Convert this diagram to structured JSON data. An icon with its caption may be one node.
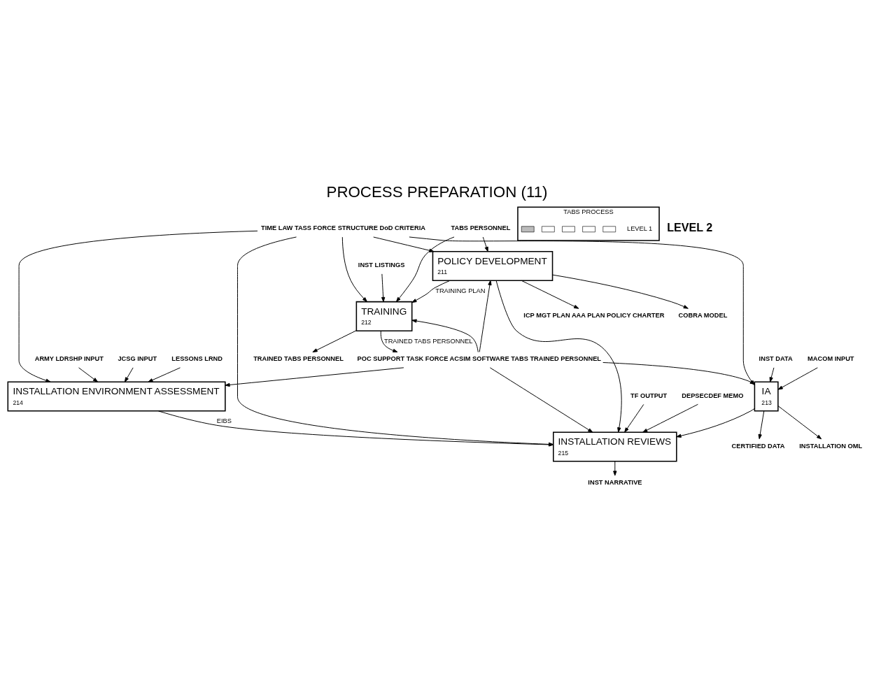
{
  "diagram": {
    "title": "PROCESS PREPARATION (11)",
    "nodes": [
      {
        "text": [
          "POLICY DEVELOPMENT",
          "211"
        ]
      },
      {
        "text": [
          "TRAINING",
          "212"
        ]
      },
      {
        "text": [
          "IA",
          "213"
        ]
      },
      {
        "text": [
          "INSTALLATION ENVIRONMENT ASSESSMENT",
          "214"
        ]
      },
      {
        "text": [
          "INSTALLATION REVIEWS",
          "215"
        ]
      },
      {
        "text": [
          "TIME LAW TASS FORCE STRUCTURE DoD CRITERIA"
        ]
      },
      {
        "text": [
          "TABS PERSONNEL"
        ]
      },
      {
        "text": [
          "INST LISTINGS"
        ]
      },
      {
        "text": [
          "INST DATA"
        ]
      },
      {
        "text": [
          "LESSONS LRND"
        ]
      },
      {
        "text": [
          "TF OUTPUT"
        ]
      },
      {
        "text": [
          "MACOM INPUT"
        ]
      },
      {
        "text": [
          "ARMY LDRSHP INPUT"
        ]
      },
      {
        "text": [
          "DEPSECDEF MEMO"
        ]
      },
      {
        "text": [
          "JCSG INPUT"
        ]
      },
      {
        "text": [
          "ICP MGT PLAN AAA PLAN POLICY CHARTER"
        ]
      },
      {
        "text": [
          "TRAINED TABS PERSONNEL"
        ]
      },
      {
        "text": [
          "COBRA MODEL"
        ]
      },
      {
        "text": [
          "CERTIFIED DATA"
        ]
      },
      {
        "text": [
          "INSTALLATION OML"
        ]
      },
      {
        "text": [
          "INST NARRATIVE"
        ]
      },
      {
        "text": [
          "POC SUPPORT TASK FORCE ACSIM SOFTWARE TABS TRAINED PERSONNEL"
        ]
      },
      {
        "text": [
          "TABS PROCESS",
          "LEVEL 1"
        ]
      },
      {
        "text": [],
        "shape": "box",
        "in": 22
      },
      {
        "text": [],
        "shape": "box",
        "in": 22
      },
      {
        "text": [],
        "shape": "box",
        "in": 22
      },
      {
        "text": [],
        "shape": "box",
        "in": 22
      },
      {
        "text": [],
        "shape": "box",
        "in": 22
      }
    ],
    "edges": [
      {
        "from": 5,
        "to": 0,
        "arrow": "to"
      },
      {
        "from": 5,
        "to": 1,
        "arrow": "to"
      },
      {
        "from": 5,
        "to": 2,
        "arrow": "to"
      },
      {
        "from": 5,
        "to": 3,
        "arrow": "to"
      },
      {
        "from": 5,
        "to": 4,
        "arrow": "to"
      },
      {
        "from": 6,
        "to": 0,
        "arrow": "to"
      },
      {
        "from": 6,
        "to": 1,
        "arrow": "to"
      },
      {
        "from": 7,
        "to": 1,
        "arrow": "to"
      },
      {
        "from": 8,
        "to": 2,
        "arrow": "to"
      },
      {
        "from": 9,
        "to": 3,
        "arrow": "to"
      },
      {
        "from": 10,
        "to": 4,
        "arrow": "to"
      },
      {
        "from": 11,
        "to": 2,
        "arrow": "to"
      },
      {
        "from": 12,
        "to": 3,
        "arrow": "to"
      },
      {
        "from": 13,
        "to": 4,
        "arrow": "to"
      },
      {
        "from": 14,
        "to": 3,
        "arrow": "to"
      },
      {
        "from": 0,
        "to": 15,
        "arrow": "to"
      },
      {
        "from": 0,
        "to": 1,
        "arrow": "to",
        "label": "TRAINING PLAN"
      },
      {
        "from": 0,
        "to": 4,
        "arrow": "to"
      },
      {
        "from": 0,
        "to": 17,
        "arrow": "to"
      },
      {
        "from": 1,
        "to": 16,
        "arrow": "to"
      },
      {
        "from": 1,
        "to": 21,
        "arrow": "to",
        "label": "TRAINED TABS PERSONNEL"
      },
      {
        "from": 2,
        "to": 4,
        "arrow": "to"
      },
      {
        "from": 2,
        "to": 18,
        "arrow": "to"
      },
      {
        "from": 2,
        "to": 19,
        "arrow": "to"
      },
      {
        "from": 3,
        "to": 4,
        "arrow": "to",
        "label": "EIBS"
      },
      {
        "from": 4,
        "to": 20,
        "arrow": "to"
      },
      {
        "from": 21,
        "to": 0,
        "arrow": "to"
      },
      {
        "from": 21,
        "to": 1,
        "arrow": "to"
      },
      {
        "from": 21,
        "to": 2,
        "arrow": "to"
      },
      {
        "from": 21,
        "to": 3,
        "arrow": "to"
      },
      {
        "from": 21,
        "to": 4,
        "arrow": "to"
      }
    ],
    "labels": [
      "LEVEL 2"
    ]
  }
}
